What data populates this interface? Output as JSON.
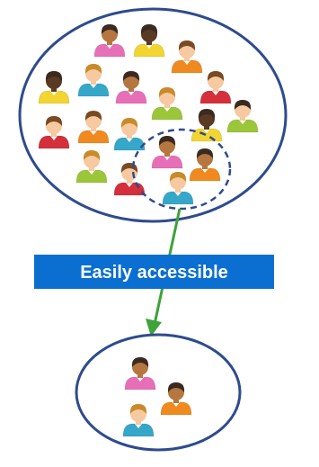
{
  "banner": {
    "label": "Easily accessible",
    "color": "#0a6fd0"
  },
  "colors": {
    "circle_stroke": "#2e4b8e",
    "dashed_circle": "#2e4b8e",
    "arrow": "#3da33a",
    "skin_light": "#f6c9a0",
    "skin_medium": "#b5763f",
    "skin_dark": "#5a3a22",
    "hair_dark": "#3b2a22",
    "hair_brown": "#7a4a22",
    "hair_blond": "#c98a2a"
  },
  "population": {
    "people": [
      {
        "shirt": "#e76fb8",
        "skin": "skin_medium",
        "hair": "hair_dark"
      },
      {
        "shirt": "#f2d531",
        "skin": "skin_dark",
        "hair": "hair_dark"
      },
      {
        "shirt": "#f08a1f",
        "skin": "skin_light",
        "hair": "hair_brown"
      },
      {
        "shirt": "#f2d531",
        "skin": "skin_dark",
        "hair": "hair_dark"
      },
      {
        "shirt": "#35a7c9",
        "skin": "skin_light",
        "hair": "hair_blond"
      },
      {
        "shirt": "#e76fb8",
        "skin": "skin_medium",
        "hair": "hair_dark"
      },
      {
        "shirt": "#d42f3a",
        "skin": "skin_light",
        "hair": "hair_brown"
      },
      {
        "shirt": "#9bc63a",
        "skin": "skin_light",
        "hair": "hair_blond"
      },
      {
        "shirt": "#d42f3a",
        "skin": "skin_light",
        "hair": "hair_brown"
      },
      {
        "shirt": "#f08a1f",
        "skin": "skin_light",
        "hair": "hair_brown"
      },
      {
        "shirt": "#35a7c9",
        "skin": "skin_light",
        "hair": "hair_blond"
      },
      {
        "shirt": "#f2d531",
        "skin": "skin_dark",
        "hair": "hair_dark"
      },
      {
        "shirt": "#9bc63a",
        "skin": "skin_light",
        "hair": "hair_dark"
      },
      {
        "shirt": "#9bc63a",
        "skin": "skin_light",
        "hair": "hair_blond"
      },
      {
        "shirt": "#e76fb8",
        "skin": "skin_medium",
        "hair": "hair_dark"
      },
      {
        "shirt": "#d42f3a",
        "skin": "skin_light",
        "hair": "hair_brown"
      },
      {
        "shirt": "#f08a1f",
        "skin": "skin_medium",
        "hair": "hair_dark"
      },
      {
        "shirt": "#35a7c9",
        "skin": "skin_light",
        "hair": "hair_blond"
      }
    ]
  },
  "sample": {
    "people": [
      {
        "shirt": "#e76fb8",
        "skin": "skin_medium",
        "hair": "hair_dark"
      },
      {
        "shirt": "#f08a1f",
        "skin": "skin_medium",
        "hair": "hair_dark"
      },
      {
        "shirt": "#35a7c9",
        "skin": "skin_light",
        "hair": "hair_blond"
      }
    ]
  }
}
